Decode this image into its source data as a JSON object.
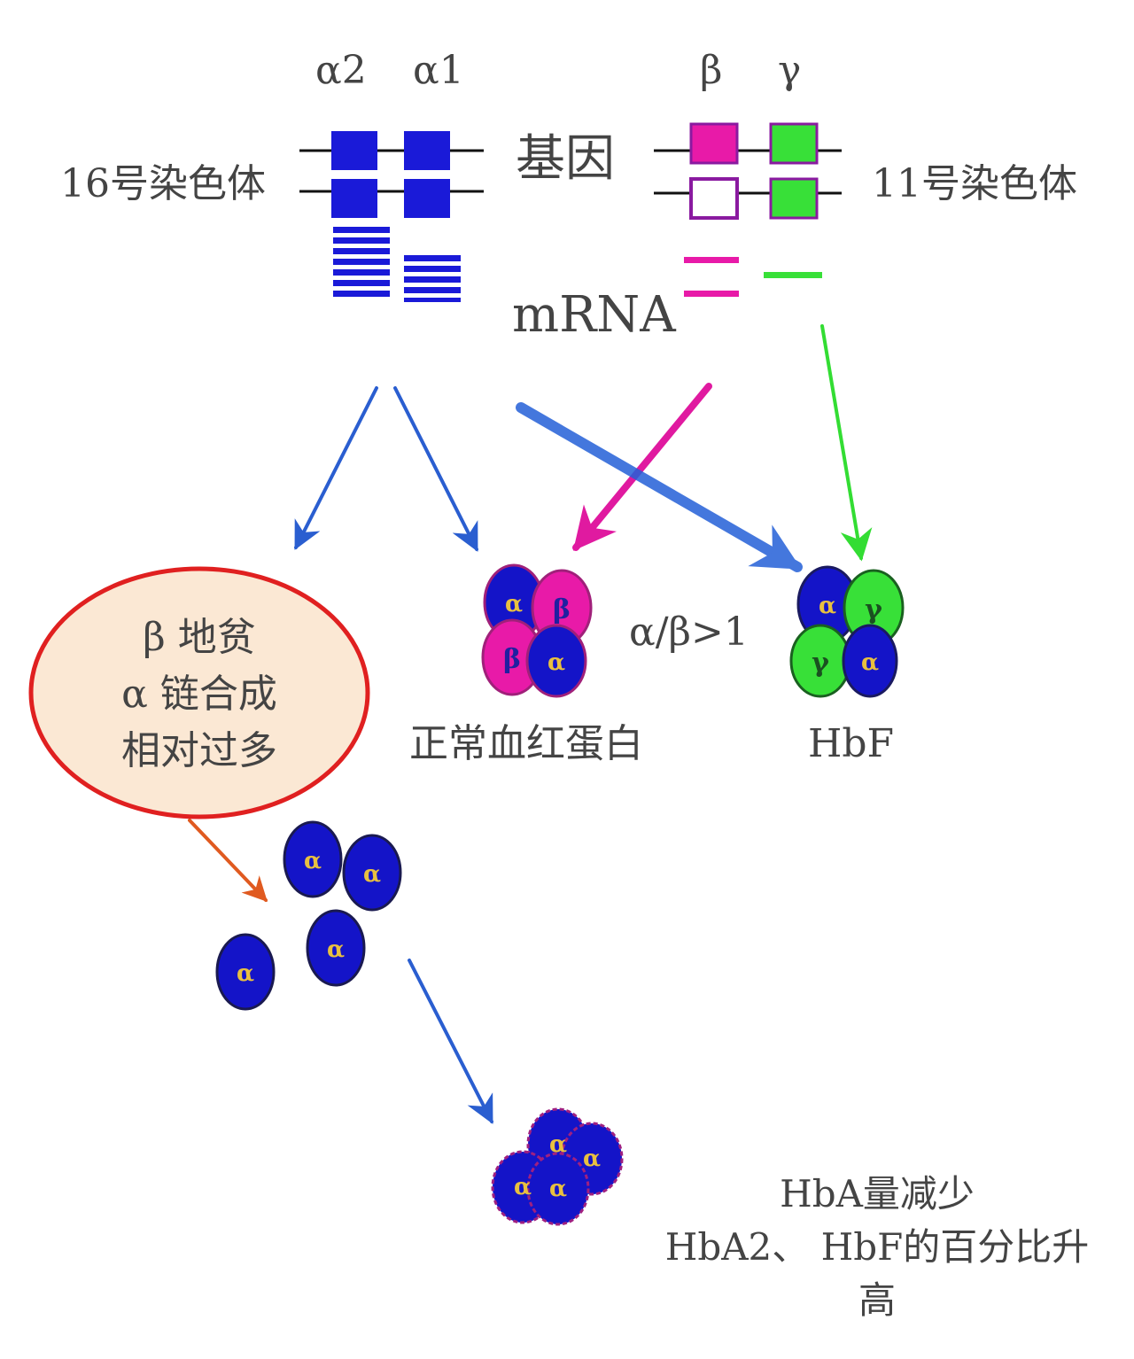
{
  "genes": {
    "alpha2": "α2",
    "alpha1": "α1",
    "beta": "β",
    "gamma": "γ"
  },
  "labels": {
    "chr16": "16号染色体",
    "chr11": "11号染色体",
    "gene": "基因",
    "mrna": "mRNA",
    "ratio": "α/β>1",
    "normal_hb": "正常血红蛋白",
    "hbf": "HbF"
  },
  "bubble": {
    "line1": "β 地贫",
    "line2": "α 链合成",
    "line3": "相对过多"
  },
  "subunits": {
    "alpha": "α",
    "beta": "β",
    "gamma": "γ"
  },
  "note": {
    "line1": "HbA量减少",
    "line2": "HbA2、 HbF的百分比升高"
  },
  "colors": {
    "alpha": "#1010d8",
    "beta": "#e01aa0",
    "gamma": "#30e030",
    "bubble_fill": "#fae8d2",
    "bubble_border": "#e02020",
    "arrow_blue": "#2a5ed0",
    "arrow_orange": "#e05a20"
  }
}
